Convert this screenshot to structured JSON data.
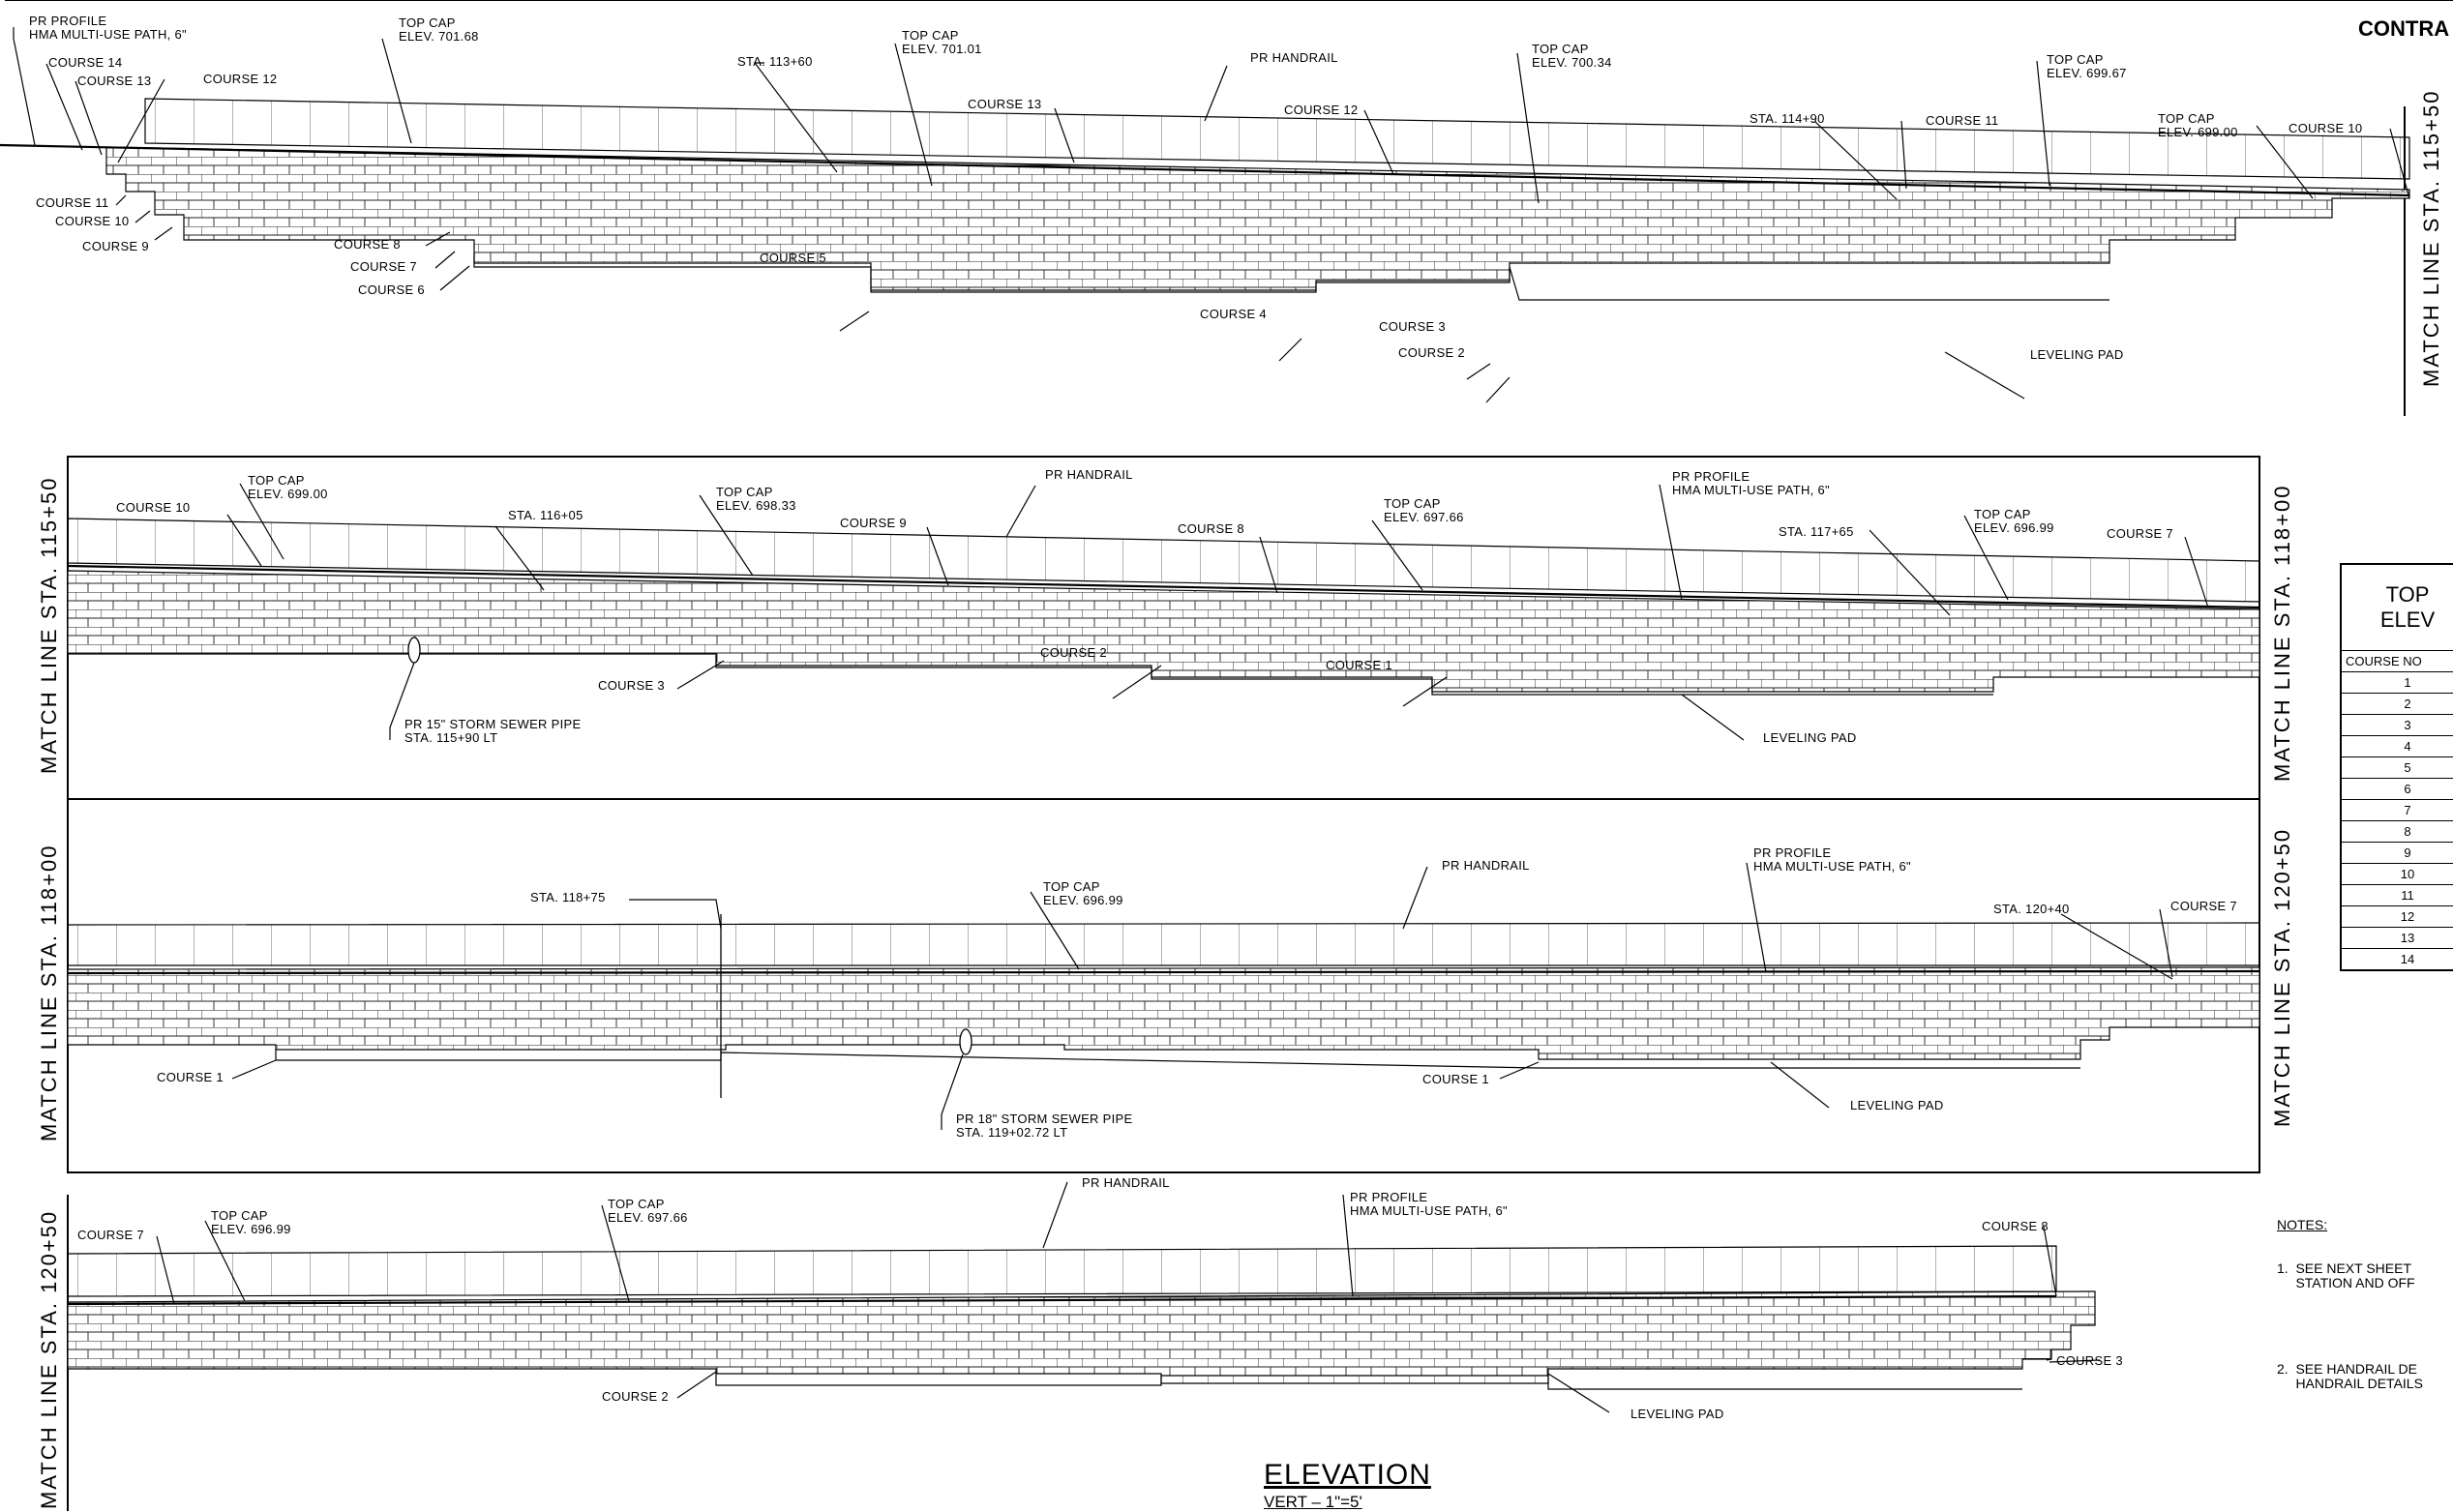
{
  "title_partial": "CONTRA",
  "panel1": {
    "labels": {
      "pr_profile": "PR PROFILE\nHMA MULTI-USE PATH, 6\"",
      "course14": "COURSE 14",
      "course13a": "COURSE 13",
      "course12a": "COURSE 12",
      "topcap1": "TOP CAP\nELEV. 701.68",
      "sta11360": "STA. 113+60",
      "topcap2": "TOP CAP\nELEV. 701.01",
      "handrail": "PR HANDRAIL",
      "topcap3": "TOP CAP\nELEV. 700.34",
      "topcap4": "TOP CAP\nELEV. 699.67",
      "course13b": "COURSE 13",
      "course12b": "COURSE 12",
      "sta11490": "STA. 114+90",
      "course11b": "COURSE 11",
      "topcap5": "TOP CAP\nELEV. 699.00",
      "course10b": "COURSE 10",
      "course11": "COURSE 11",
      "course10": "COURSE 10",
      "course9": "COURSE 9",
      "course8": "COURSE 8",
      "course7": "COURSE 7",
      "course6": "COURSE 6",
      "course5": "COURSE 5",
      "course4": "COURSE 4",
      "course3": "COURSE 3",
      "course2": "COURSE 2",
      "leveling": "LEVELING PAD"
    },
    "match_right": "MATCH LINE STA. 115+50"
  },
  "panel2": {
    "match_left": "MATCH LINE STA. 115+50",
    "match_right": "MATCH LINE STA. 118+00",
    "labels": {
      "course10": "COURSE 10",
      "topcap1": "TOP CAP\nELEV. 699.00",
      "sta11605": "STA. 116+05",
      "topcap2": "TOP CAP\nELEV. 698.33",
      "course9": "COURSE 9",
      "handrail": "PR HANDRAIL",
      "course8": "COURSE 8",
      "topcap3": "TOP CAP\nELEV. 697.66",
      "pr_profile": "PR PROFILE\nHMA MULTI-USE PATH, 6\"",
      "sta11765": "STA. 117+65",
      "topcap4": "TOP CAP\nELEV. 696.99",
      "course7": "COURSE 7",
      "course3": "COURSE 3",
      "course2": "COURSE 2",
      "course1": "COURSE 1",
      "leveling": "LEVELING PAD",
      "storm": "PR 15\" STORM SEWER PIPE\nSTA. 115+90 LT"
    }
  },
  "panel3": {
    "match_left": "MATCH LINE STA. 118+00",
    "match_right": "MATCH LINE STA. 120+50",
    "labels": {
      "sta11875": "STA. 118+75",
      "topcap": "TOP CAP\nELEV. 696.99",
      "handrail": "PR HANDRAIL",
      "pr_profile": "PR PROFILE\nHMA MULTI-USE PATH, 6\"",
      "sta12040": "STA. 120+40",
      "course7": "COURSE 7",
      "course1a": "COURSE 1",
      "course1b": "COURSE 1",
      "leveling": "LEVELING PAD",
      "storm": "PR 18\" STORM SEWER PIPE\nSTA. 119+02.72 LT"
    }
  },
  "panel4": {
    "match_left": "MATCH LINE STA. 120+50",
    "labels": {
      "course7": "COURSE 7",
      "topcap1": "TOP CAP\nELEV. 696.99",
      "topcap2": "TOP CAP\nELEV. 697.66",
      "handrail": "PR HANDRAIL",
      "pr_profile": "PR PROFILE\nHMA MULTI-USE PATH, 6\"",
      "course8": "COURSE 8",
      "course3": "COURSE 3",
      "course2": "COURSE 2",
      "leveling": "LEVELING PAD"
    }
  },
  "table": {
    "header": "TOP\nELEV",
    "col": "COURSE NO",
    "rows": [
      "1",
      "2",
      "3",
      "4",
      "5",
      "6",
      "7",
      "8",
      "9",
      "10",
      "11",
      "12",
      "13",
      "14"
    ]
  },
  "notes": {
    "heading": "NOTES:",
    "n1": "1.  SEE NEXT SHEET\n     STATION AND OFF",
    "n2": "2.  SEE HANDRAIL DE\n     HANDRAIL DETAILS"
  },
  "elevation_title": "ELEVATION",
  "elevation_scale": "VERT  –  1\"=5'"
}
